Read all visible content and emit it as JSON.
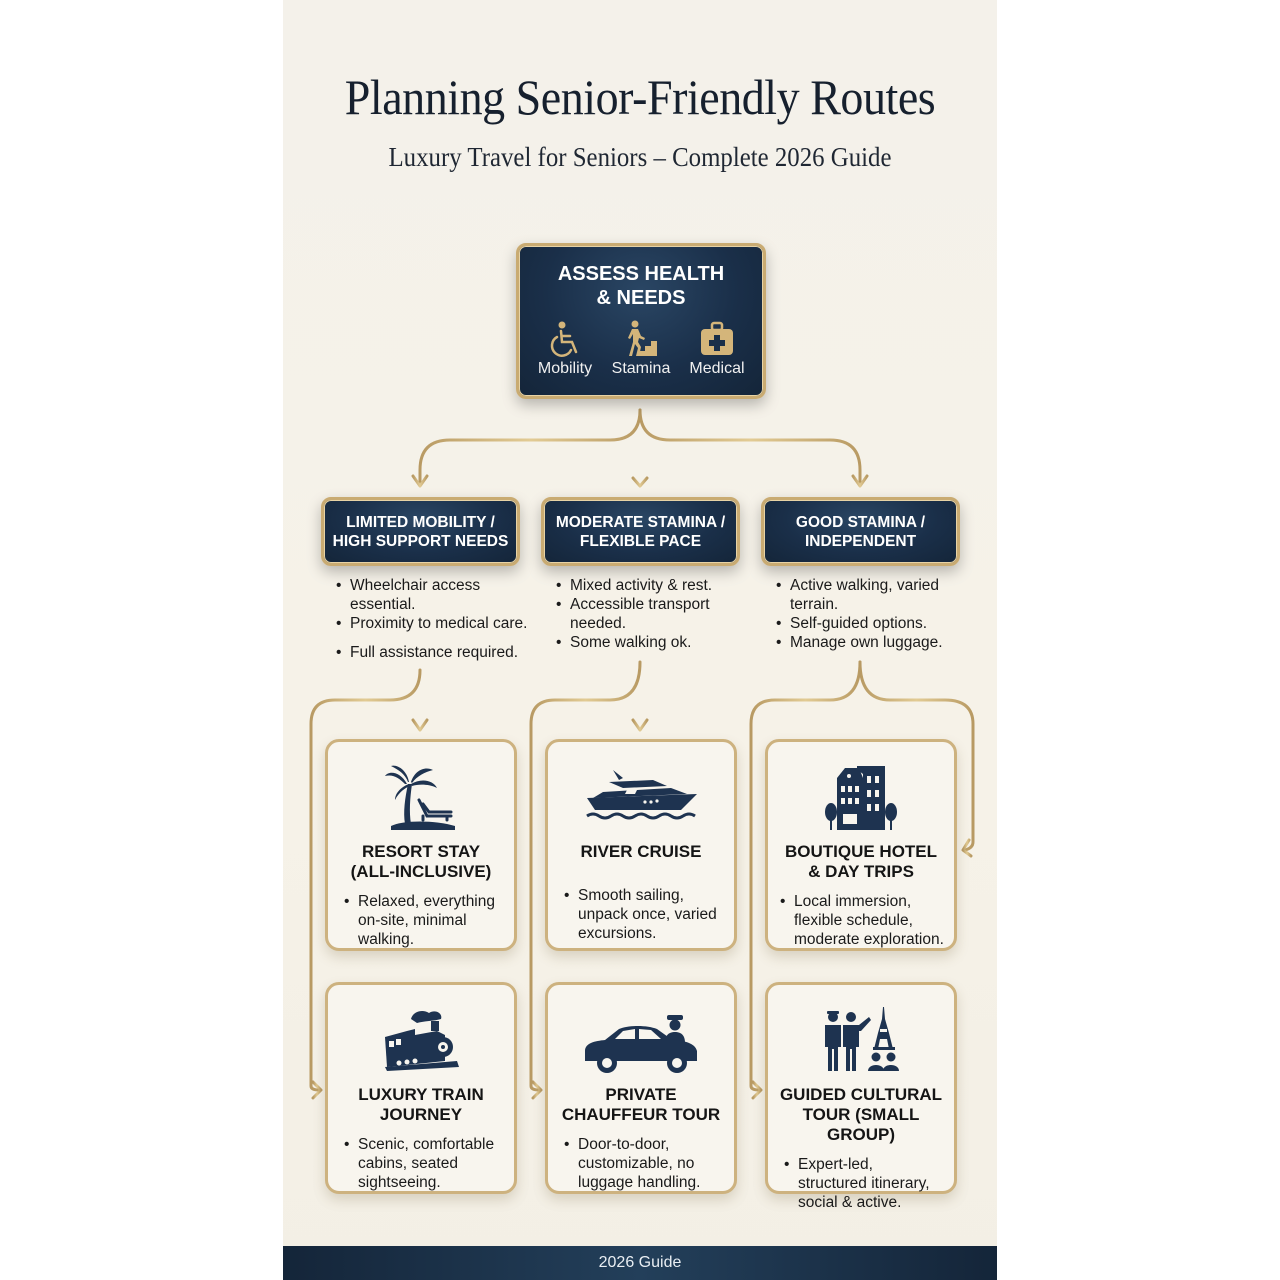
{
  "header": {
    "title": "Planning Senior-Friendly Routes",
    "subtitle": "Luxury Travel for Seniors – Complete 2026 Guide"
  },
  "root": {
    "title_line1": "ASSESS HEALTH",
    "title_line2": "& NEEDS",
    "factors": [
      {
        "label": "Mobility",
        "icon": "wheelchair-icon"
      },
      {
        "label": "Stamina",
        "icon": "stairs-climbing-icon"
      },
      {
        "label": "Medical",
        "icon": "medical-kit-icon"
      }
    ]
  },
  "categories": [
    {
      "line1": "LIMITED MOBILITY /",
      "line2": "HIGH SUPPORT NEEDS",
      "bullets": [
        "Wheelchair access essential.",
        "Proximity to medical care.",
        "Full assistance required."
      ]
    },
    {
      "line1": "MODERATE STAMINA /",
      "line2": "FLEXIBLE PACE",
      "bullets": [
        "Mixed activity & rest.",
        "Accessible transport needed.",
        "Some walking ok."
      ]
    },
    {
      "line1": "GOOD STAMINA /",
      "line2": "INDEPENDENT",
      "bullets": [
        "Active walking, varied terrain.",
        "Self-guided options.",
        "Manage own luggage."
      ]
    }
  ],
  "options": [
    {
      "line1": "RESORT STAY",
      "line2": "(ALL-INCLUSIVE)",
      "desc": "Relaxed, everything on-site, minimal walking.",
      "icon": "palm-tree-lounger-icon"
    },
    {
      "line1": "RIVER CRUISE",
      "line2": "",
      "desc": "Smooth sailing, unpack once, varied excursions.",
      "icon": "yacht-icon"
    },
    {
      "line1": "BOUTIQUE HOTEL",
      "line2": "& DAY TRIPS",
      "desc": "Local immersion, flexible schedule, moderate exploration.",
      "icon": "hotel-building-icon"
    },
    {
      "line1": "LUXURY TRAIN",
      "line2": "JOURNEY",
      "desc": "Scenic, comfortable cabins, seated sightseeing.",
      "icon": "steam-train-icon"
    },
    {
      "line1": "PRIVATE",
      "line2": "CHAUFFEUR TOUR",
      "desc": "Door-to-door, customizable, no luggage handling.",
      "icon": "car-chauffeur-icon"
    },
    {
      "line1": "GUIDED CULTURAL",
      "line2": "TOUR (SMALL GROUP)",
      "desc": "Expert-led, structured itinerary, social & active.",
      "icon": "tour-guide-eiffel-icon"
    }
  ],
  "footer": {
    "label": "2026 Guide"
  },
  "colors": {
    "navy": "#1a2f49",
    "gold": "#c9ab72",
    "background": "#f4f1ea",
    "text": "#151515"
  }
}
